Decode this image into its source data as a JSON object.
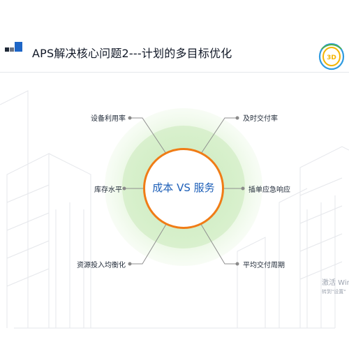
{
  "slide": {
    "title": "APS解决核心问题2---计划的多目标优化",
    "center": {
      "left": "成本",
      "mid": "VS",
      "right": "服务"
    },
    "left_items": [
      "设备利用率",
      "库存水平",
      "资源投入均衡化"
    ],
    "right_items": [
      "及时交付率",
      "插单应急响应",
      "平均交付周期"
    ],
    "logo_text": "3D"
  },
  "watermark": {
    "line1": "激活 Win",
    "line2": "转到\"设置\""
  },
  "colors": {
    "accent_orange": "#f07c16",
    "text_blue": "#1d5fb8",
    "title_block_blue": "#1e66c7",
    "halo_green": "#d9f0cf"
  },
  "icons": [
    "title-decor-icon",
    "company-logo-icon"
  ]
}
